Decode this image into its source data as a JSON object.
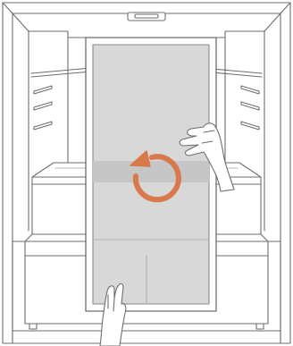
{
  "figure": {
    "subject": "refrigerator-interior-removable-panel",
    "colors": {
      "line": "#6e6e6e",
      "panel_fill": "#d8d8d8",
      "band_fill": "#c6c6c6",
      "arrow": "#d9784a",
      "hand_fill": "#ffffff",
      "background": "#ffffff"
    },
    "icons": {
      "rotation": "rotate-counterclockwise-arrow",
      "upper_hand": "hand-gripping-panel-right",
      "lower_hand": "hand-holding-panel-bottom"
    }
  }
}
